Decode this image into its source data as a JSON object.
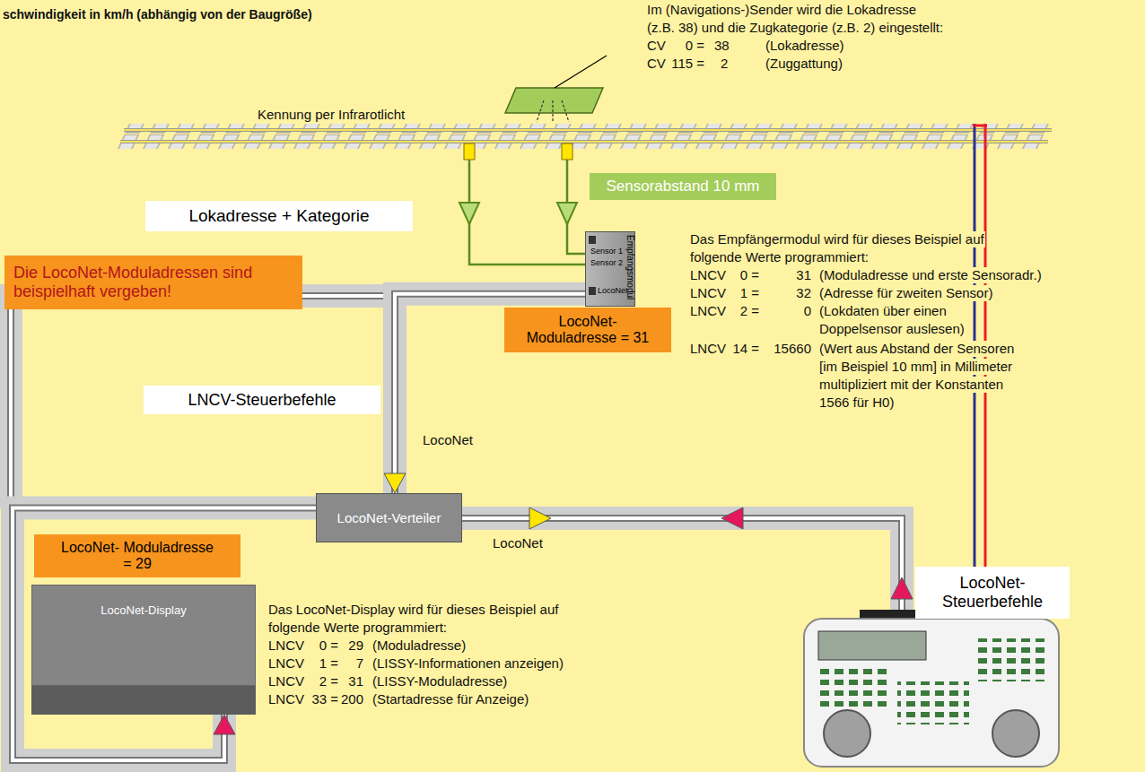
{
  "diagram": {
    "nodes": [
      {
        "text": [
          "Sensorabstand 10 mm"
        ]
      },
      {
        "text": [
          "Lokadresse + Kategorie"
        ]
      },
      {
        "text": [
          "Sensor 1",
          "Sensor 2",
          "LocoNet",
          "Empfangsmodul"
        ]
      },
      {
        "text": [
          "Die LocoNet-Moduladressen sind beispielhaft vergeben!"
        ]
      },
      {
        "text": [
          "LocoNet- Moduladresse = 31"
        ]
      },
      {
        "text": [
          "LNCV-Steuerbefehle"
        ]
      },
      {
        "text": [
          "LocoNet-Verteiler"
        ]
      },
      {
        "text": [
          "LocoNet- Moduladresse = 29"
        ]
      },
      {
        "text": [
          "LocoNet- Steuerbefehle"
        ]
      },
      {
        "text": [
          "LocoNet-Display"
        ]
      }
    ],
    "edges": [
      {
        "from": 2,
        "to": 6,
        "arrow": "to",
        "label": "LocoNet"
      },
      {
        "from": 6,
        "to": 9,
        "arrow": "to"
      }
    ],
    "labels": [
      "schwindigkeit in km/h (abhängig von der Baugröße)",
      "Im (Navigations-)Sender wird die Lokadresse",
      "(z.B. 38) und die Zugkategorie (z.B. 2) eingestellt:",
      "CV",
      "0 =",
      "38",
      "(Lokadresse)",
      "CV",
      "115 =",
      "2",
      "(Zuggattung)",
      "Kennung per Infrarotlicht",
      "Das Empfängermodul wird für dieses Beispiel auf",
      "folgende Werte programmiert:",
      "LNCV",
      "0 =",
      "31",
      "(Moduladresse und erste Sensoradr.)",
      "LNCV",
      "1 =",
      "32",
      "(Adresse für zweiten Sensor)",
      "LNCV",
      "2 =",
      "0",
      "(Lokdaten über einen",
      "Doppelsensor auslesen)",
      "LNCV",
      "14 =",
      "15660",
      "(Wert aus Abstand der Sensoren",
      "[im Beispiel 10 mm] in Millimeter",
      "multipliziert mit der Konstanten",
      "1566 für H0)",
      "LocoNet",
      "Das LocoNet-Display wird für dieses Beispiel auf",
      "folgende Werte programmiert:",
      "LNCV",
      "0 =",
      "29",
      "(Moduladresse)",
      "LNCV",
      "1 =",
      "7",
      "(LISSY-Informationen anzeigen)",
      "LNCV",
      "2 =",
      "31",
      "(LISSY-Moduladresse)",
      "LNCV",
      "33 =",
      "200",
      "(Startadresse für Anzeige)"
    ]
  }
}
